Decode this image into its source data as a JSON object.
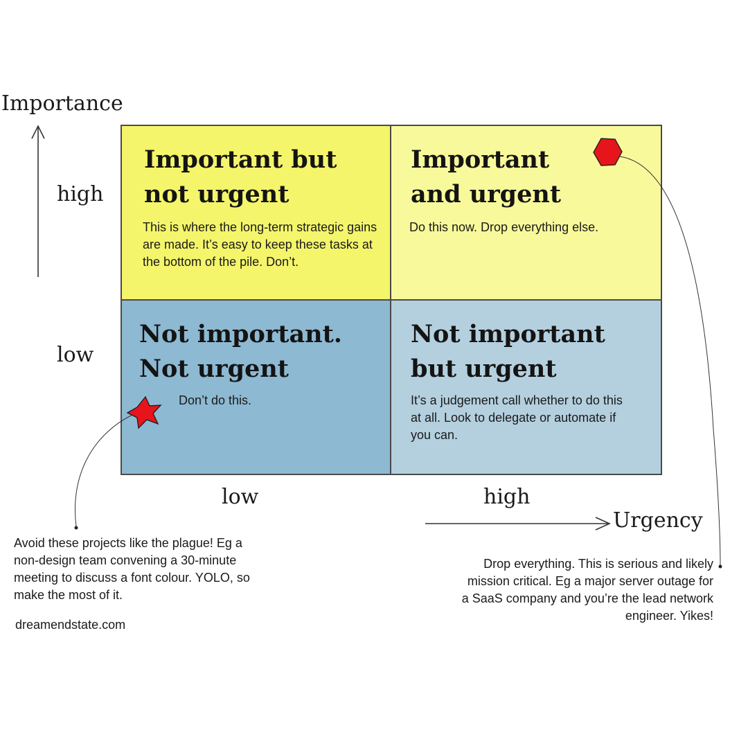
{
  "axes": {
    "y_title": "Importance",
    "y_high": "high",
    "y_low": "low",
    "x_low": "low",
    "x_high": "high",
    "x_title": "Urgency"
  },
  "quadrants": {
    "top_left": {
      "title": "Important but not urgent",
      "body": "This is where the long-term strategic gains are made. It’s easy to keep these tasks at the bottom of the pile. Don’t.",
      "color": "#f4f56b"
    },
    "top_right": {
      "title": "Important and urgent",
      "body": "Do this now. Drop everything else.",
      "color": "#f8f99a"
    },
    "bottom_left": {
      "title": "Not important. Not urgent",
      "body": "Don’t do this.",
      "color": "#8db9d2"
    },
    "bottom_right": {
      "title": "Not important but urgent",
      "body": "It’s a judgement call whether to do this at all. Look to delegate or automate if you can.",
      "color": "#b4d0df"
    }
  },
  "notes": {
    "left": "Avoid these projects like the plague! Eg a non-design team convening a 30-minute meeting to discuss a font colour. YOLO, so make the most of it.",
    "right": "Drop everything. This is serious and likely mission critical. Eg a major server outage for a SaaS company and you’re the lead network engineer. Yikes!"
  },
  "markers": {
    "star": {
      "icon": "star-icon",
      "color": "#e8141c"
    },
    "hexagon": {
      "icon": "hexagon-icon",
      "color": "#e8141c"
    }
  },
  "credit": "dreamendstate.com"
}
